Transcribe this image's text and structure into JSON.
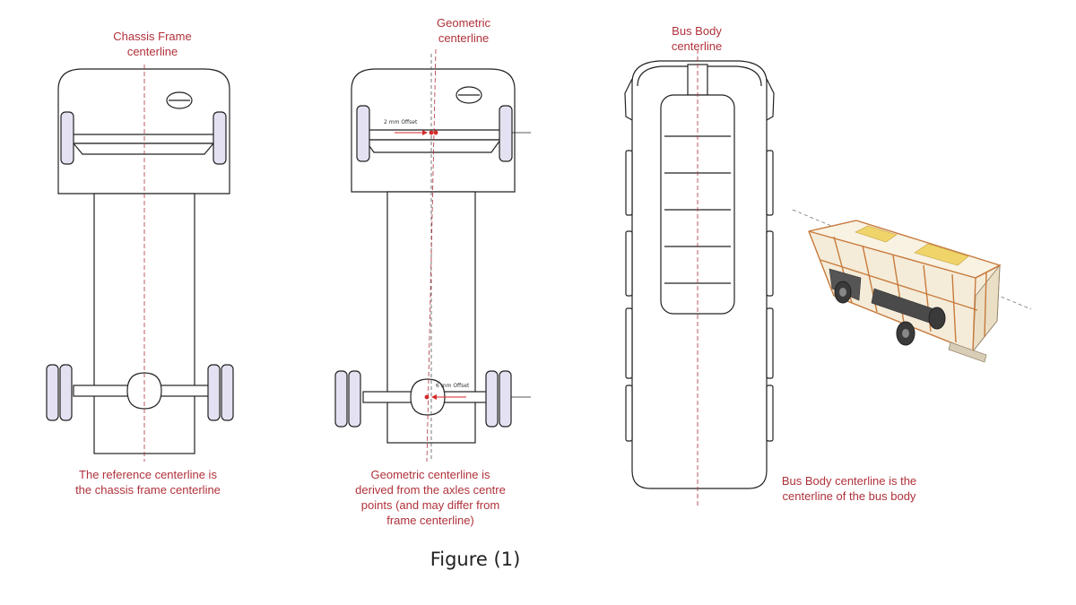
{
  "panel1": {
    "label_line1": "Chassis Frame",
    "label_line2": "centerline",
    "caption": "The reference centerline is\nthe chassis frame centerline"
  },
  "panel2": {
    "label_line1": "Geometric",
    "label_line2": "centerline",
    "front_offset": "2 mm Offset",
    "rear_offset": "6 mm Offset",
    "caption": "Geometric centerline is\nderived from the axles centre\npoints (and may differ from\nframe centerline)"
  },
  "panel3": {
    "label_line1": "Bus Body",
    "label_line2": "centerline",
    "caption": "Bus Body centerline is the\ncenterline of the bus body"
  },
  "figure_title": "Figure (1)",
  "colors": {
    "label": "#b0313a",
    "line": "#222222",
    "wheel_fill": "#e4e2f2",
    "arrow": "#d42a2a",
    "frame": "#c87a3c"
  }
}
